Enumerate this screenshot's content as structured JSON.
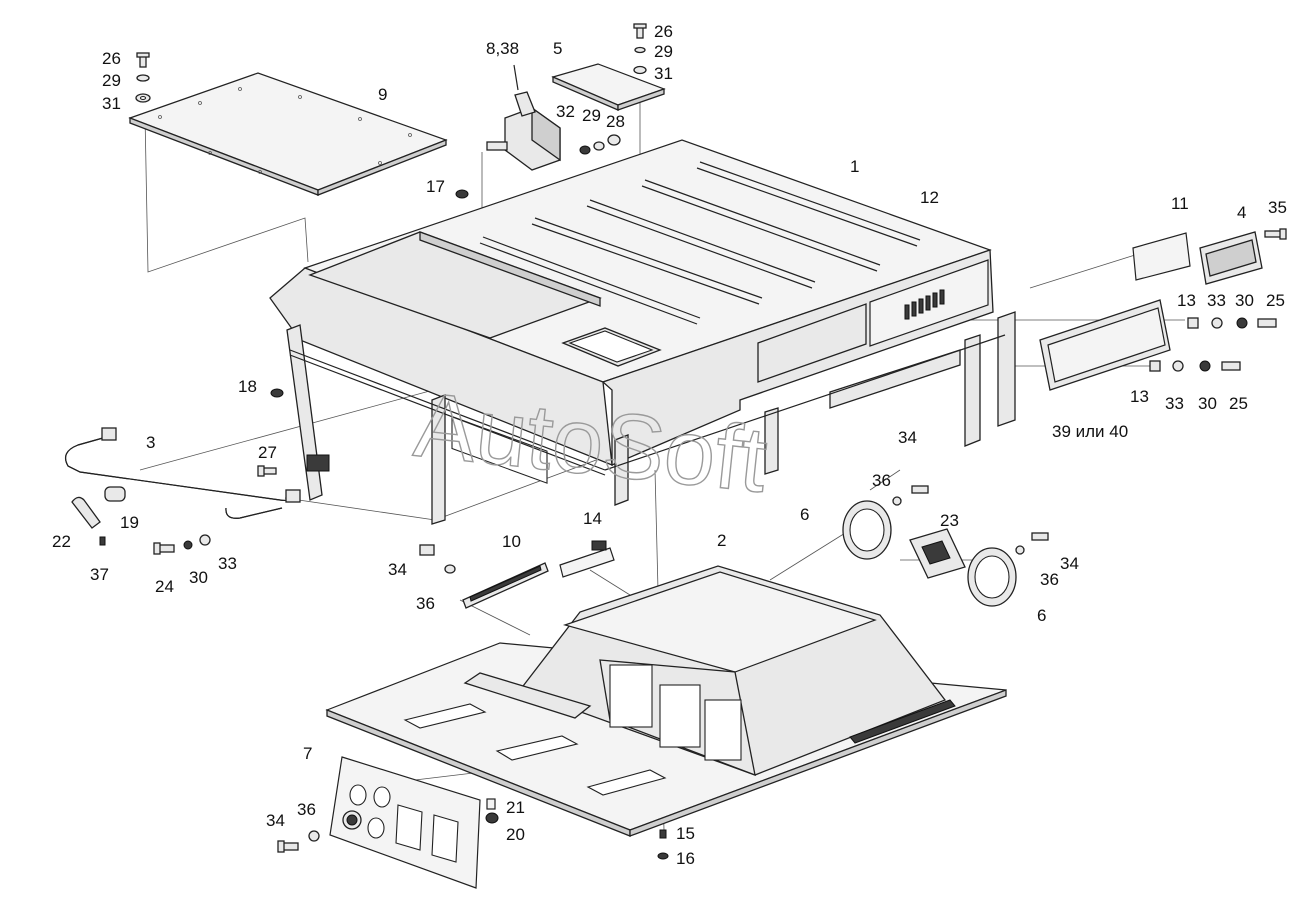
{
  "watermark": "AutoSoft",
  "callouts": [
    {
      "id": "c26a",
      "text": "26"
    },
    {
      "id": "c29a",
      "text": "29"
    },
    {
      "id": "c31a",
      "text": "31"
    },
    {
      "id": "c9",
      "text": "9"
    },
    {
      "id": "c838",
      "text": "8,38"
    },
    {
      "id": "c5",
      "text": "5"
    },
    {
      "id": "c26b",
      "text": "26"
    },
    {
      "id": "c29b",
      "text": "29"
    },
    {
      "id": "c31b",
      "text": "31"
    },
    {
      "id": "c32",
      "text": "32"
    },
    {
      "id": "c29c",
      "text": "29"
    },
    {
      "id": "c28",
      "text": "28"
    },
    {
      "id": "c17",
      "text": "17"
    },
    {
      "id": "c1",
      "text": "1"
    },
    {
      "id": "c12",
      "text": "12"
    },
    {
      "id": "c11",
      "text": "11"
    },
    {
      "id": "c4",
      "text": "4"
    },
    {
      "id": "c35",
      "text": "35"
    },
    {
      "id": "c13a",
      "text": "13"
    },
    {
      "id": "c33a",
      "text": "33"
    },
    {
      "id": "c30a",
      "text": "30"
    },
    {
      "id": "c25a",
      "text": "25"
    },
    {
      "id": "c13b",
      "text": "13"
    },
    {
      "id": "c33b",
      "text": "33"
    },
    {
      "id": "c30b",
      "text": "30"
    },
    {
      "id": "c25b",
      "text": "25"
    },
    {
      "id": "c3940",
      "text": "39 или 40"
    },
    {
      "id": "c18",
      "text": "18"
    },
    {
      "id": "c3",
      "text": "3"
    },
    {
      "id": "c27",
      "text": "27"
    },
    {
      "id": "c19",
      "text": "19"
    },
    {
      "id": "c22",
      "text": "22"
    },
    {
      "id": "c37",
      "text": "37"
    },
    {
      "id": "c24",
      "text": "24"
    },
    {
      "id": "c30c",
      "text": "30"
    },
    {
      "id": "c33c",
      "text": "33"
    },
    {
      "id": "c34a",
      "text": "34"
    },
    {
      "id": "c36a",
      "text": "36"
    },
    {
      "id": "c6a",
      "text": "6"
    },
    {
      "id": "c23",
      "text": "23"
    },
    {
      "id": "c36b",
      "text": "36"
    },
    {
      "id": "c34b",
      "text": "34"
    },
    {
      "id": "c6b",
      "text": "6"
    },
    {
      "id": "c14",
      "text": "14"
    },
    {
      "id": "c10",
      "text": "10"
    },
    {
      "id": "c34c",
      "text": "34"
    },
    {
      "id": "c36c",
      "text": "36"
    },
    {
      "id": "c2",
      "text": "2"
    },
    {
      "id": "c7",
      "text": "7"
    },
    {
      "id": "c21",
      "text": "21"
    },
    {
      "id": "c20",
      "text": "20"
    },
    {
      "id": "c34d",
      "text": "34"
    },
    {
      "id": "c36d",
      "text": "36"
    },
    {
      "id": "c15",
      "text": "15"
    },
    {
      "id": "c16",
      "text": "16"
    }
  ]
}
